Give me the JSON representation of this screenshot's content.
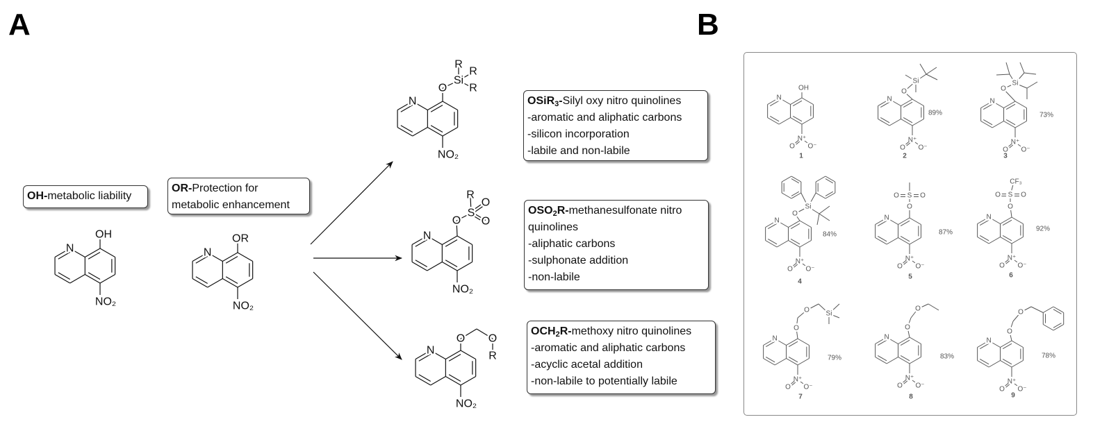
{
  "panel_labels": {
    "a": "A",
    "b": "B"
  },
  "panel_a": {
    "oh_box": {
      "bold": "OH-",
      "rest": "metabolic liability"
    },
    "or_box": {
      "bold": "OR-",
      "rest": "Protection for",
      "line2": "metabolic enhancement"
    },
    "class_boxes": [
      {
        "bold_a": "OSiR",
        "bold_sub": "3",
        "bold_b": "-",
        "rest": "Silyl oxy nitro quinolines",
        "lines": [
          "-aromatic and aliphatic carbons",
          "-silicon incorporation",
          "-labile and non-labile"
        ]
      },
      {
        "bold_a": "OSO",
        "bold_sub": "2",
        "bold_b": "R-",
        "rest": "methanesulfonate nitro",
        "lines": [
          "quinolines",
          "-aliphatic carbons",
          "-sulphonate addition",
          "-non-labile"
        ]
      },
      {
        "bold_a": "OCH",
        "bold_sub": "2",
        "bold_b": "R-",
        "rest": "methoxy nitro quinolines",
        "lines": [
          "-aromatic and aliphatic carbons",
          "-acyclic acetal addition",
          "-non-labile to potentially labile"
        ]
      }
    ],
    "compounds": [
      {
        "atoms": [
          "N",
          "OH",
          "NO₂"
        ]
      },
      {
        "atoms": [
          "N",
          "OR",
          "NO₂"
        ]
      },
      {
        "atoms": [
          "N",
          "O",
          "Si",
          "R",
          "R",
          "R",
          "NO₂"
        ]
      },
      {
        "atoms": [
          "N",
          "O",
          "S",
          "R",
          "O",
          "O",
          "NO₂"
        ]
      },
      {
        "atoms": [
          "N",
          "O",
          "O",
          "R",
          "NO₂"
        ]
      }
    ]
  },
  "panel_b": {
    "nitro_group": {
      "n": "N⁺",
      "o1": "O",
      "o2": "O⁻"
    },
    "compounds": [
      {
        "number": "1",
        "yield": "",
        "atoms": [
          "N",
          "OH"
        ]
      },
      {
        "number": "2",
        "yield": "89%",
        "atoms": [
          "N",
          "O",
          "Si"
        ]
      },
      {
        "number": "3",
        "yield": "73%",
        "atoms": [
          "N",
          "O",
          "Si"
        ]
      },
      {
        "number": "4",
        "yield": "84%",
        "atoms": [
          "N",
          "O",
          "Si"
        ]
      },
      {
        "number": "5",
        "yield": "87%",
        "atoms": [
          "N",
          "O",
          "S",
          "O",
          "O"
        ]
      },
      {
        "number": "6",
        "yield": "92%",
        "atoms": [
          "N",
          "O",
          "S",
          "O",
          "O",
          "CF₃"
        ]
      },
      {
        "number": "7",
        "yield": "79%",
        "atoms": [
          "N",
          "O",
          "O",
          "Si"
        ]
      },
      {
        "number": "8",
        "yield": "83%",
        "atoms": [
          "N",
          "O",
          "O"
        ]
      },
      {
        "number": "9",
        "yield": "78%",
        "atoms": [
          "N",
          "O",
          "O"
        ]
      }
    ]
  },
  "colors": {
    "ink": "#111111",
    "panel_b_ink": "#555555",
    "box_border": "#333333"
  }
}
